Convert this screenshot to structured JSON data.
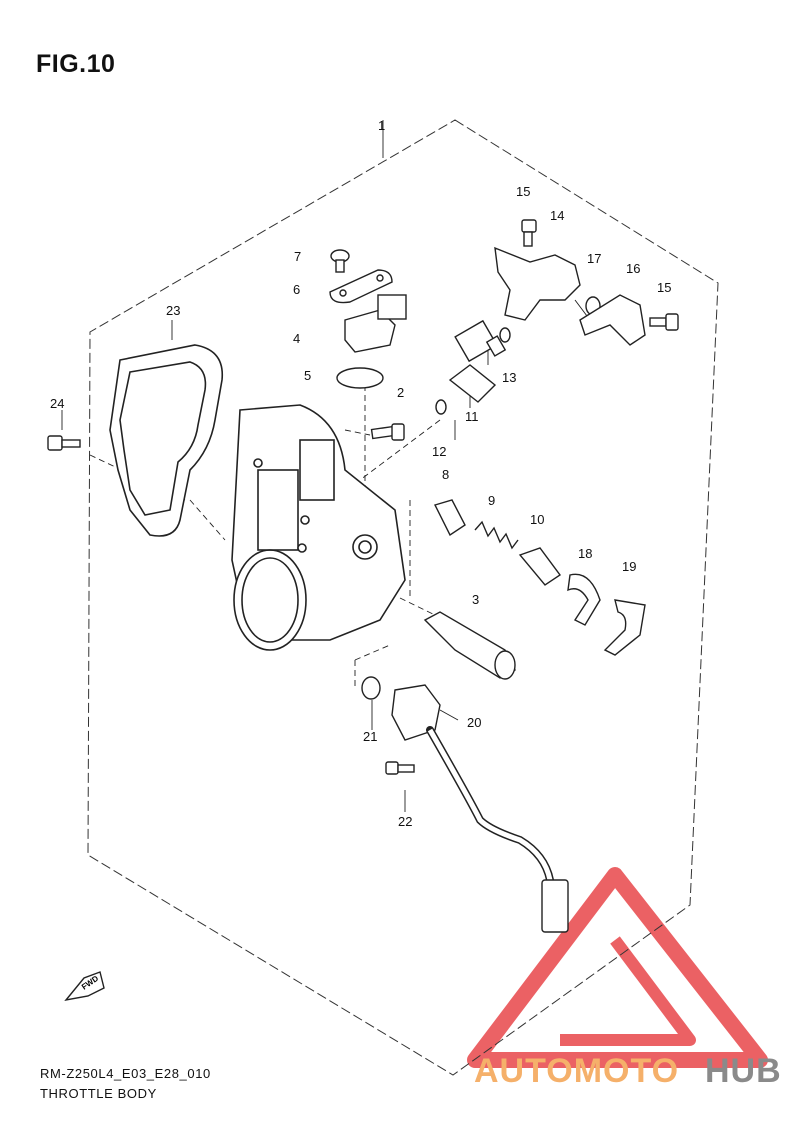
{
  "figure": {
    "title": "FIG.10",
    "code": "RM-Z250L4_E03_E28_010",
    "name": "THROTTLE BODY"
  },
  "fwd_label": "FWD",
  "callouts": [
    "1",
    "2",
    "3",
    "4",
    "5",
    "6",
    "7",
    "8",
    "9",
    "10",
    "11",
    "12",
    "13",
    "14",
    "15",
    "15",
    "16",
    "17",
    "18",
    "19",
    "20",
    "21",
    "22",
    "23",
    "24"
  ],
  "watermark": {
    "part1": "AUTOMOTO",
    "part2": "HUB",
    "colors": {
      "triangle": "#e8464a",
      "part1": "#f5b06a",
      "part2": "#8a8a8a"
    }
  }
}
